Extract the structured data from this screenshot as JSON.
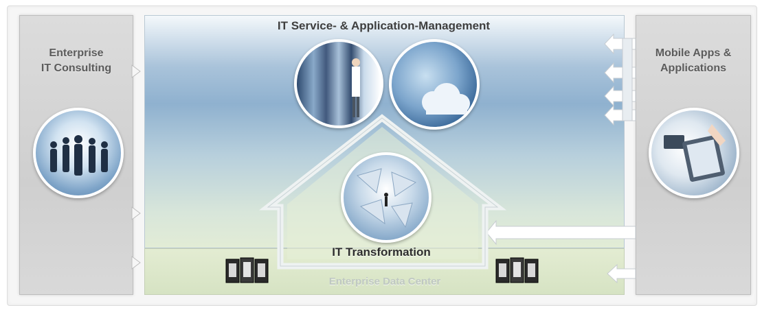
{
  "panels": {
    "left": {
      "title": "Enterprise\nIT Consulting",
      "image_icon": "business-people-icon"
    },
    "right": {
      "title": "Mobile Apps &\nApplications",
      "image_icon": "tablet-hand-icon"
    }
  },
  "main": {
    "title": "IT Service- & Application-Management",
    "images": [
      "server-room-icon",
      "globe-cloud-icon"
    ]
  },
  "house": {
    "label": "IT Transformation",
    "image_icon": "puzzle-arrows-icon"
  },
  "data_center": {
    "label": "Enterprise Data Center",
    "icons": [
      "server-rack-icon",
      "server-rack-icon"
    ]
  },
  "colors": {
    "main_gradient_top": "#a9c3da",
    "main_gradient_bottom": "#e2ecd6",
    "panel_gray": "#d3d3d3",
    "dc_band": "#dbe6c9"
  }
}
